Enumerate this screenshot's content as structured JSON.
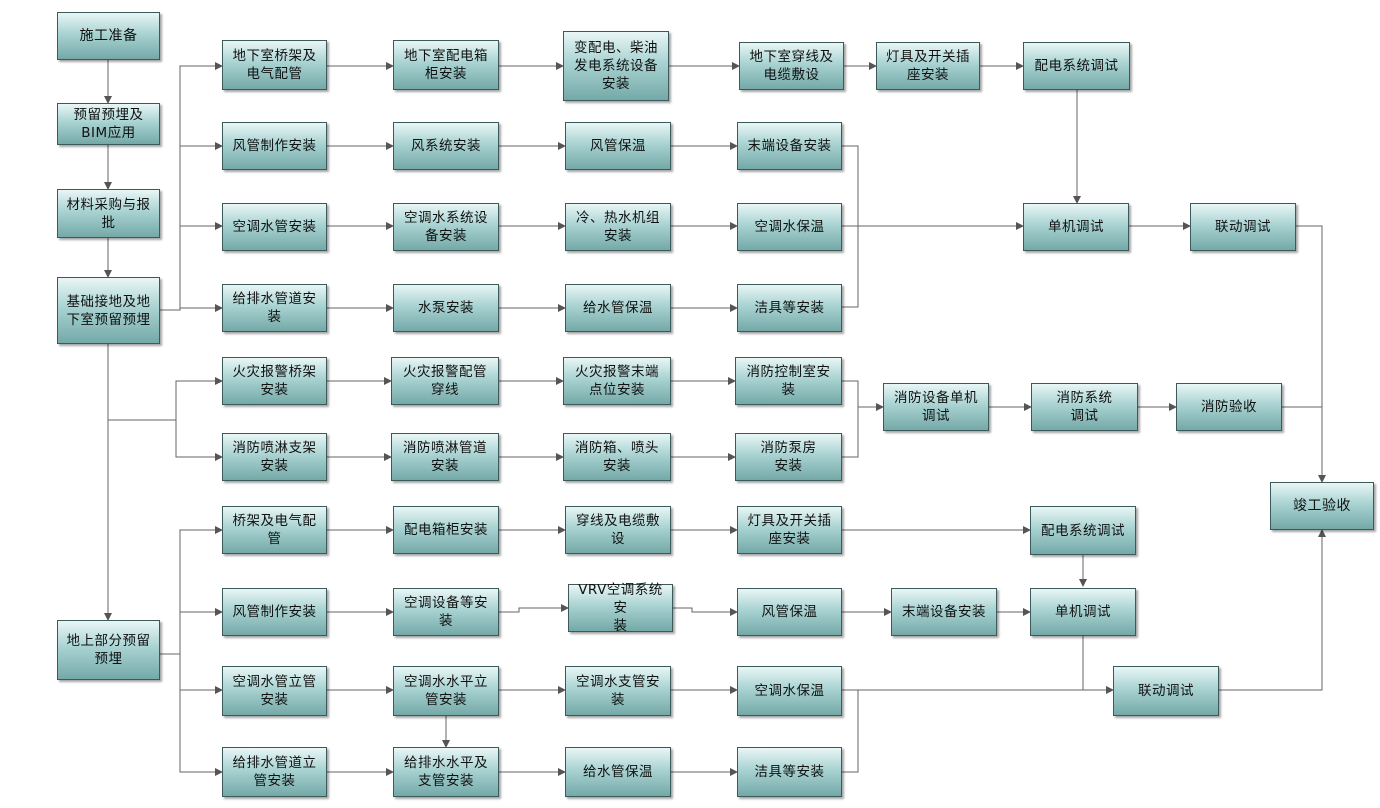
{
  "nodes": {
    "prep": "施工准备",
    "bim": "预留预埋及\nBIM应用",
    "material": "材料采购与报\n批",
    "ground": "基础接地及地\n下室预留预埋",
    "above": "地上部分预留\n预埋",
    "b_tray": "地下室桥架及\n电气配管",
    "b_box": "地下室配电箱\n柜安装",
    "b_sub": "变配电、柴油\n发电系统设备\n安装",
    "b_wire": "地下室穿线及\n电缆敷设",
    "b_lamp": "灯具及开关插\n座安装",
    "b_dist": "配电系统调试",
    "b_duct": "风管制作安装",
    "b_air": "风系统安装",
    "b_ins": "风管保温",
    "b_end": "末端设备安装",
    "b_pipe": "空调水管安装",
    "b_aceq": "空调水系统设\n备安装",
    "b_chill": "冷、热水机组\n安装",
    "b_wins": "空调水保温",
    "b_unit": "单机调试",
    "b_link": "联动调试",
    "b_drain": "给排水管道安\n装",
    "b_pump": "水泵安装",
    "b_sins": "给水管保温",
    "b_san": "洁具等安装",
    "f_tray": "火灾报警桥架\n安装",
    "f_wire": "火灾报警配管\n穿线",
    "f_term": "火灾报警末端\n点位安装",
    "f_ctrl": "消防控制室安\n装",
    "f_spr": "消防喷淋支架\n安装",
    "f_spipe": "消防喷淋管道\n安装",
    "f_box": "消防箱、喷头\n安装",
    "f_pump": "消防泵房\n安装",
    "f_unit": "消防设备单机\n调试",
    "f_sys": "消防系统\n调试",
    "f_acc": "消防验收",
    "final": "竣工验收",
    "a_tray": "桥架及电气配\n管",
    "a_box": "配电箱柜安装",
    "a_wire": "穿线及电缆敷\n设",
    "a_lamp": "灯具及开关插\n座安装",
    "a_dist": "配电系统调试",
    "a_duct": "风管制作安装",
    "a_aceq": "空调设备等安\n装",
    "a_vrv": "VRV空调系统安\n装",
    "a_ins": "风管保温",
    "a_end": "末端设备安装",
    "a_unit": "单机调试",
    "a_riser": "空调水管立管\n安装",
    "a_hriser": "空调水水平立\n管安装",
    "a_branch": "空调水支管安\n装",
    "a_wins": "空调水保温",
    "a_link": "联动调试",
    "a_drain": "给排水管道立\n管安装",
    "a_dhor": "给排水水平及\n支管安装",
    "a_sins": "给水管保温",
    "a_san": "洁具等安装"
  },
  "colors": {
    "box_top": "#e9f6f6",
    "box_bottom": "#74a9a8",
    "border": "#3d5a5a",
    "line": "#555555"
  }
}
